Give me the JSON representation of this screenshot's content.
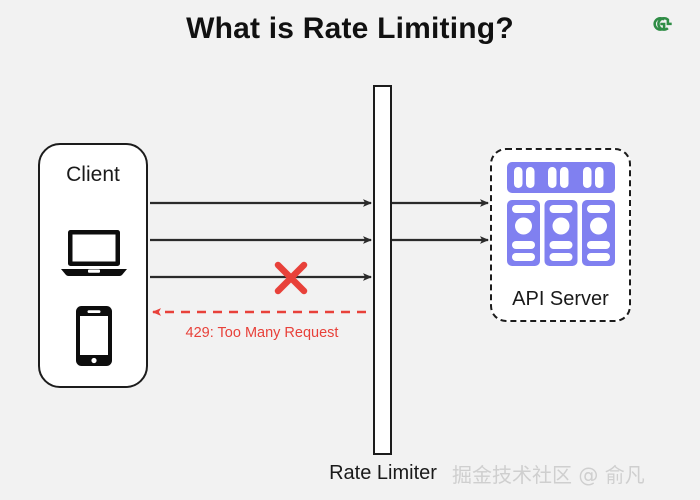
{
  "page": {
    "title": "What is Rate Limiting?",
    "background_color": "#f2f2f2",
    "watermark": "掘金技术社区 @ 俞凡"
  },
  "brand": {
    "logo_name": "geeksforgeeks-logo",
    "logo_color": "#2f8d46"
  },
  "diagram": {
    "type": "flow-diagram",
    "nodes": [
      {
        "id": "client",
        "label": "Client",
        "shape": "rounded-rectangle",
        "border_color": "#1c1c1c",
        "fill": "#ffffff",
        "icons": [
          "laptop-icon",
          "smartphone-icon"
        ]
      },
      {
        "id": "rate-limiter",
        "label": "Rate Limiter",
        "shape": "vertical-bar",
        "border_color": "#1c1c1c",
        "fill": "#ffffff"
      },
      {
        "id": "api-server",
        "label": "API Server",
        "shape": "dashed-rounded-rectangle",
        "border_color": "#1c1c1c",
        "fill": "#ffffff",
        "icons": [
          "server-rack-icon"
        ],
        "icon_color": "#8080f0"
      }
    ],
    "edges": [
      {
        "id": "request-1",
        "from": "client",
        "to": "rate-limiter",
        "style": "solid",
        "color": "#2b2b2b",
        "allowed": true
      },
      {
        "id": "request-2",
        "from": "client",
        "to": "rate-limiter",
        "style": "solid",
        "color": "#2b2b2b",
        "allowed": true
      },
      {
        "id": "request-3",
        "from": "client",
        "to": "rate-limiter",
        "style": "solid",
        "color": "#2b2b2b",
        "allowed": false,
        "marker": "red-x"
      },
      {
        "id": "forward-1",
        "from": "rate-limiter",
        "to": "api-server",
        "style": "solid",
        "color": "#2b2b2b"
      },
      {
        "id": "forward-2",
        "from": "rate-limiter",
        "to": "api-server",
        "style": "solid",
        "color": "#2b2b2b"
      },
      {
        "id": "rejection",
        "from": "rate-limiter",
        "to": "client",
        "style": "dashed",
        "color": "#e8413a",
        "label": "429: Too Many Request"
      }
    ],
    "annotations": {
      "error_label": "429: Too Many Request",
      "error_color": "#e8413a",
      "blocked_marker": "x-mark-icon"
    }
  }
}
